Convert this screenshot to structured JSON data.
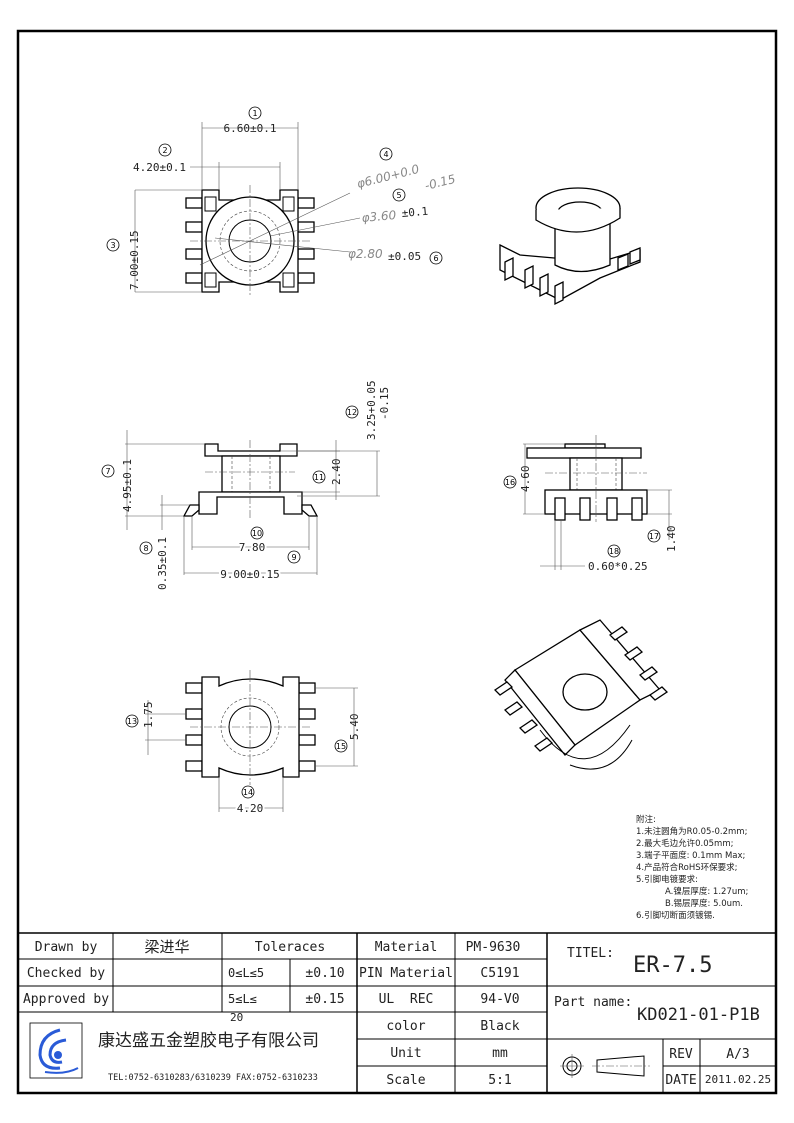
{
  "dimensions": {
    "d1": {
      "num": "1",
      "text": "6.60±0.1"
    },
    "d2": {
      "num": "2",
      "text": "4.20±0.1"
    },
    "d3": {
      "num": "3",
      "text": "7.00±0.15"
    },
    "d4": {
      "num": "4",
      "text": "φ6.00+0.0",
      "tol": "-0.15"
    },
    "d5": {
      "num": "5",
      "text": "φ3.60",
      "tol": "±0.1"
    },
    "d6": {
      "num": "6",
      "text": "φ2.80",
      "tol": "±0.05"
    },
    "d7": {
      "num": "7",
      "text": "4.95±0.1"
    },
    "d8": {
      "num": "8",
      "text": "0.35±0.1"
    },
    "d9": {
      "num": "9",
      "text": "9.00±0.15"
    },
    "d10": {
      "num": "10",
      "text": "7.80"
    },
    "d11": {
      "num": "11",
      "text": "2.40"
    },
    "d12": {
      "num": "12",
      "text": "3.25+0.05",
      "tol": "-0.15"
    },
    "d13": {
      "num": "13",
      "text": "1.75"
    },
    "d14": {
      "num": "14",
      "text": "4.20"
    },
    "d15": {
      "num": "15",
      "text": "5.40"
    },
    "d16": {
      "num": "16",
      "text": "4.60"
    },
    "d17": {
      "num": "17",
      "text": "1.40"
    },
    "d18": {
      "num": "18",
      "text": "0.60*0.25"
    }
  },
  "notes": {
    "title": "附注:",
    "items": [
      "1.未注圆角为R0.05-0.2mm;",
      "2.最大毛边允许0.05mm;",
      "3.端子平面度: 0.1mm Max;",
      "4.产品符合RoHS环保要求;",
      "5.引脚电镀要求:",
      "A.镍层厚度: 1.27um;",
      "B.锡层厚度: 5.0um.",
      "6.引脚切断面须镀锡."
    ]
  },
  "title_block": {
    "drawn_by_label": "Drawn by",
    "drawn_by": "梁进华",
    "checked_by_label": "Checked by",
    "checked_by": "",
    "approved_by_label": "Approved by",
    "approved_by": "",
    "tolerances_label": "Toleraces",
    "tol_rows": [
      {
        "range": "0≤L≤5",
        "value": "±0.10"
      },
      {
        "range": "5≤L≤",
        "range2": "20",
        "value": "±0.15"
      }
    ],
    "company": "康达盛五金塑胶电子有限公司",
    "contact": "TEL:0752-6310283/6310239  FAX:0752-6310233",
    "specs": [
      {
        "label": "Material",
        "value": "PM-9630"
      },
      {
        "label": "PIN Material",
        "value": "C5191"
      },
      {
        "label": "UL  REC",
        "value": "94-V0"
      },
      {
        "label": "color",
        "value": "Black"
      },
      {
        "label": "Unit",
        "value": "mm"
      },
      {
        "label": "Scale",
        "value": "5:1"
      }
    ],
    "title_label": "TITEL:",
    "title": "ER-7.5",
    "part_name_label": "Part name:",
    "part_name": "KD021-01-P1B",
    "rev_label": "REV",
    "rev": "A/3",
    "date_label": "DATE",
    "date": "2011.02.25"
  },
  "colors": {
    "logo": "#2a5bd7"
  }
}
